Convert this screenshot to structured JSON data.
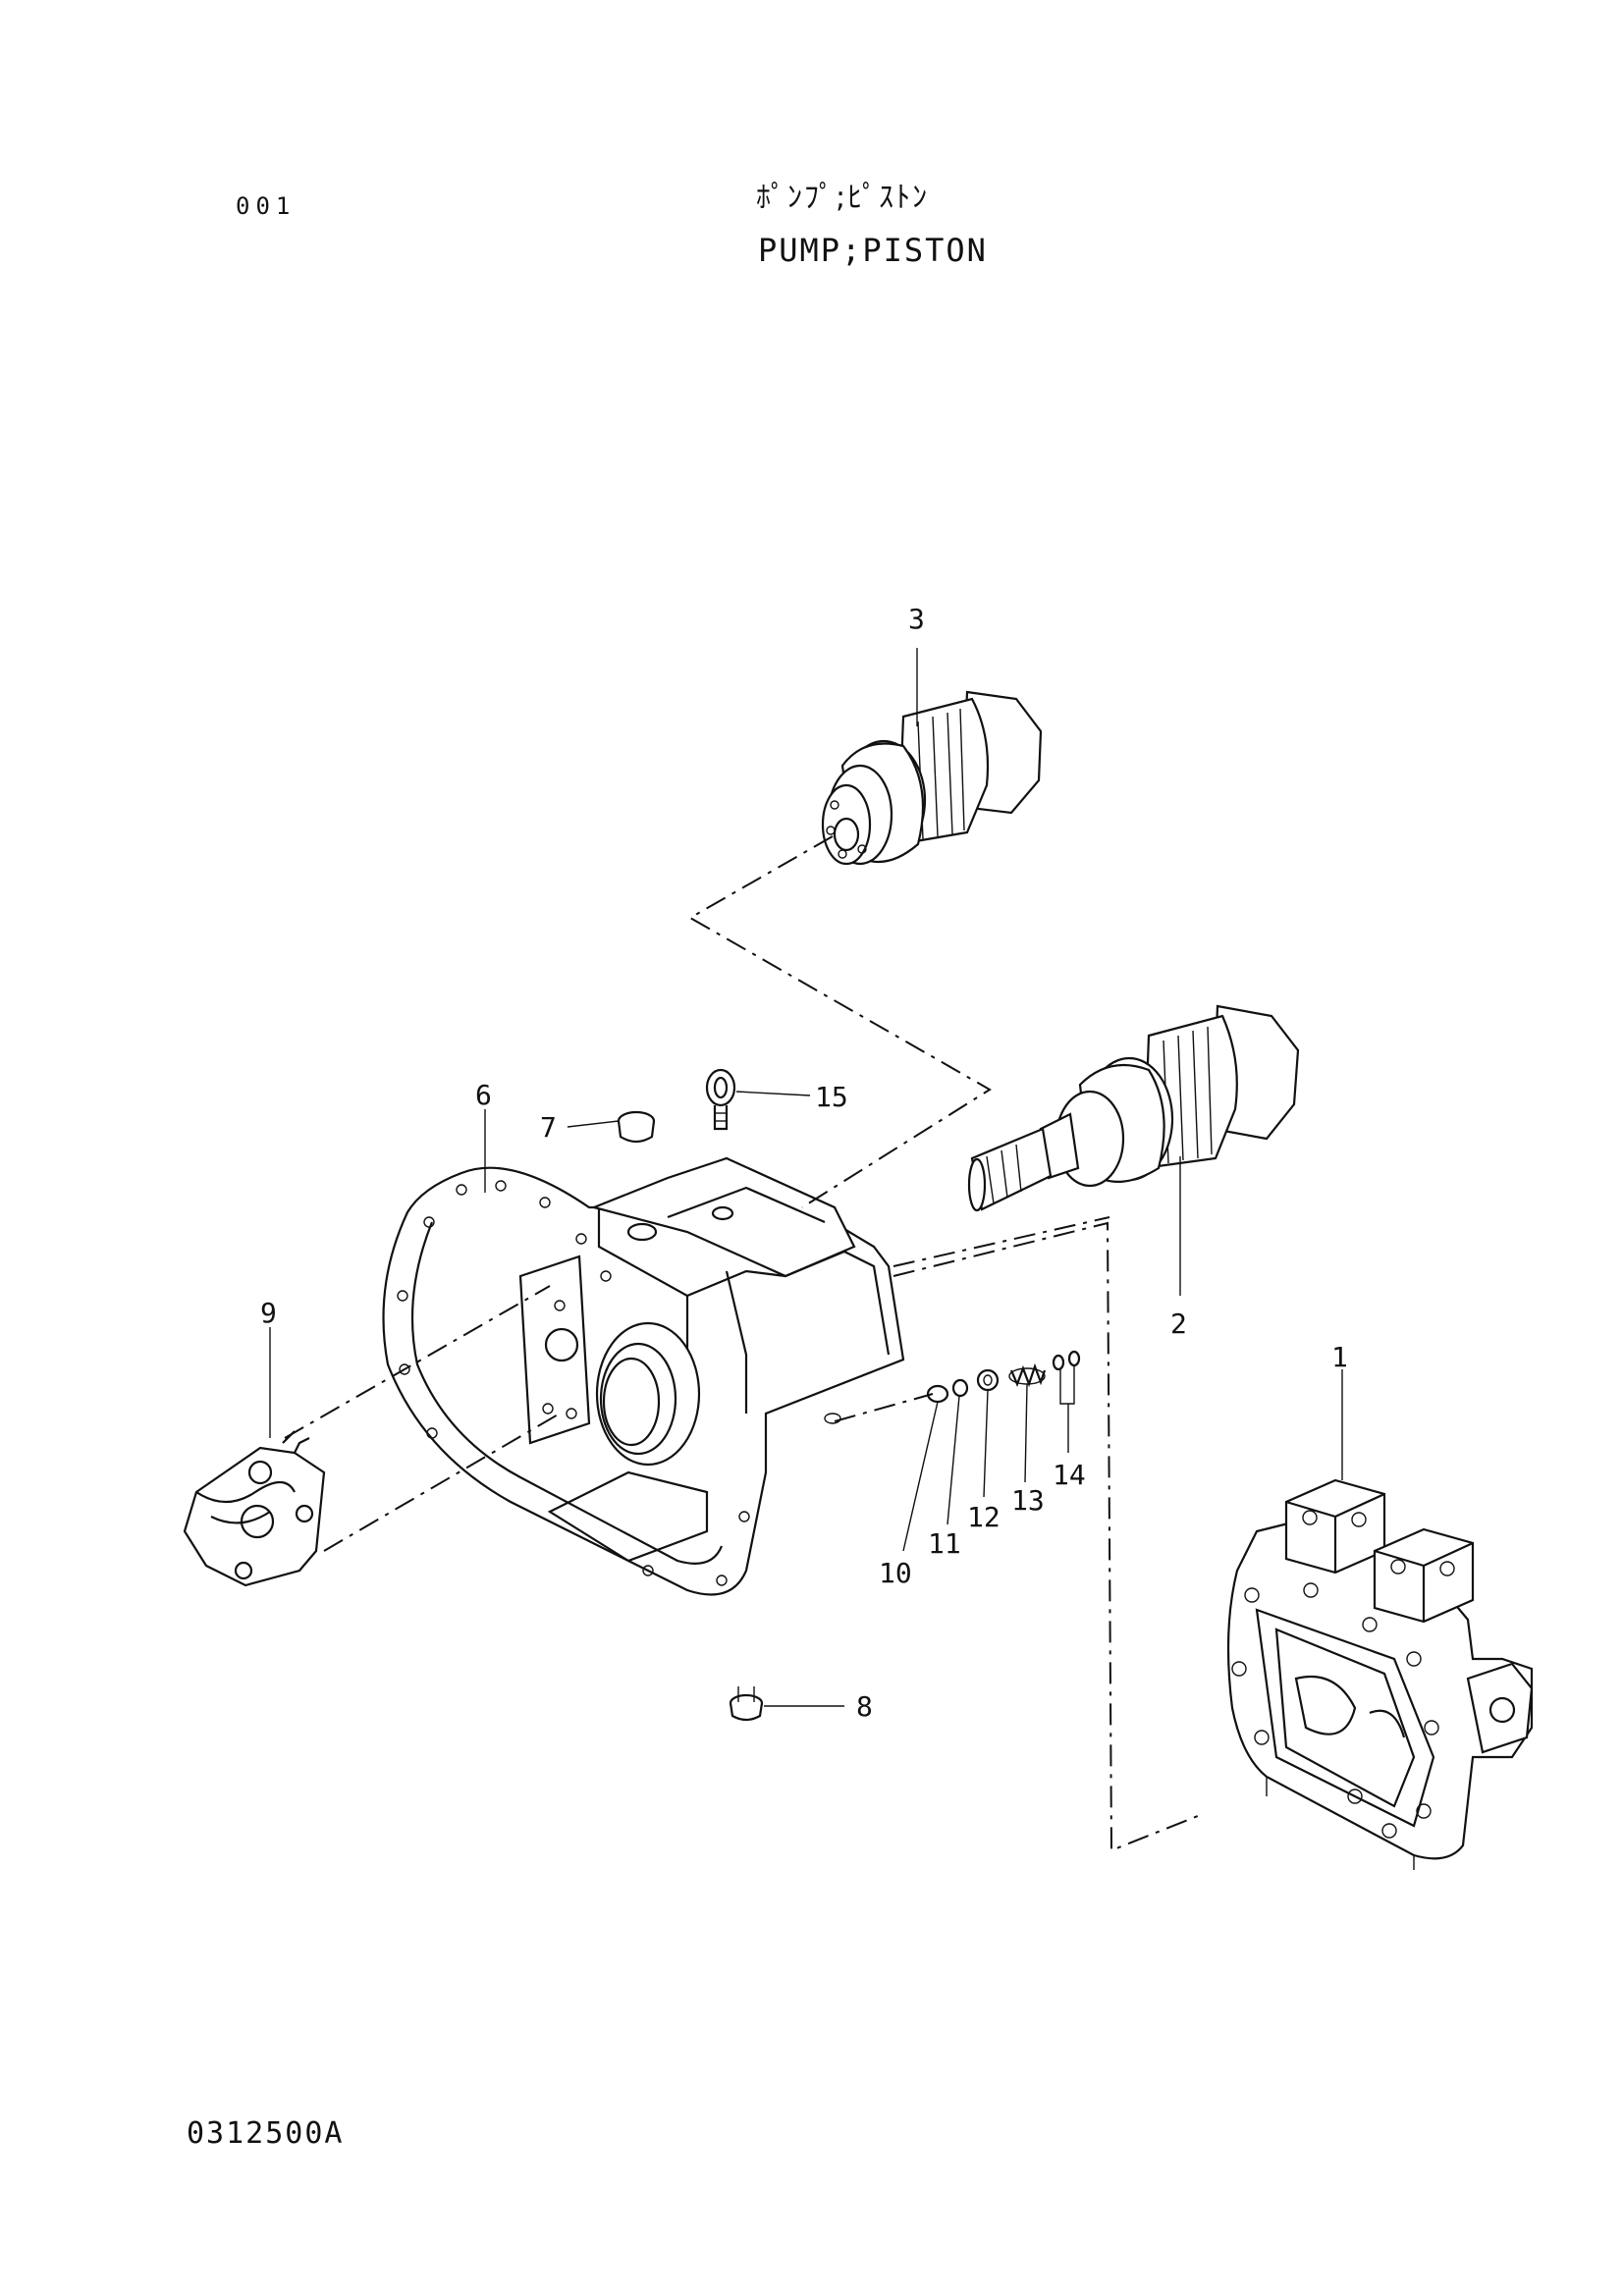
{
  "header": {
    "page_number": "001",
    "title_jp": "ﾎﾟﾝﾌﾟ;ﾋﾟｽﾄﾝ",
    "title_en": "PUMP;PISTON"
  },
  "footer": {
    "drawing_number": "0312500A"
  },
  "callouts": {
    "c1": "1",
    "c2": "2",
    "c3": "3",
    "c6": "6",
    "c7": "7",
    "c8": "8",
    "c9": "9",
    "c10": "10",
    "c11": "11",
    "c12": "12",
    "c13": "13",
    "c14": "14",
    "c15": "15"
  }
}
